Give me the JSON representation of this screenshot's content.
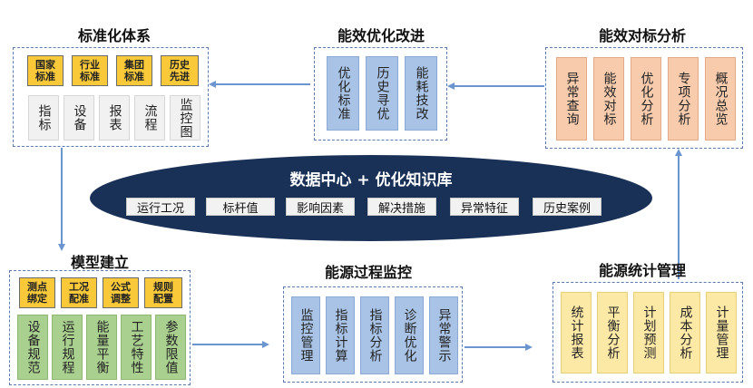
{
  "titles": {
    "standard": "标准化体系",
    "optimize": "能效优化改进",
    "benchmark": "能效对标分析",
    "model": "模型建立",
    "monitor": "能源过程监控",
    "stats": "能源统计管理"
  },
  "center": {
    "title": "数据中心 + 优化知识库",
    "chips": [
      "运行工况",
      "标杆值",
      "影响因素",
      "解决措施",
      "异常特征",
      "历史案例"
    ]
  },
  "standard": {
    "tags": [
      "国家\n标准",
      "行业\n标准",
      "集团\n标准",
      "历史\n先进"
    ],
    "items": [
      "指标",
      "设备",
      "报表",
      "流程",
      "监控图"
    ]
  },
  "optimize": {
    "items": [
      "优化标准",
      "历史寻优",
      "能耗技改"
    ]
  },
  "benchmark": {
    "items": [
      "异常查询",
      "能效对标",
      "优化分析",
      "专项分析",
      "概况总览"
    ]
  },
  "model": {
    "tags": [
      "测点\n绑定",
      "工况\n配准",
      "公式\n调整",
      "规则\n配置"
    ],
    "items": [
      "设备规范",
      "运行规程",
      "能量平衡",
      "工艺特性",
      "参数限值"
    ]
  },
  "monitor": {
    "items": [
      "监控管理",
      "指标计算",
      "指标分析",
      "诊断优化",
      "异常警示"
    ]
  },
  "stats": {
    "items": [
      "统计报表",
      "平衡分析",
      "计划预测",
      "成本分析",
      "计量管理"
    ]
  },
  "colors": {
    "ellipse": "#1a3157",
    "arrow": "#6b95cf",
    "tag": "#f9c93a",
    "green": "#a9d08e",
    "blue": "#a8c3e6",
    "pink": "#f8cbad",
    "lightyellow": "#fde9a6"
  }
}
